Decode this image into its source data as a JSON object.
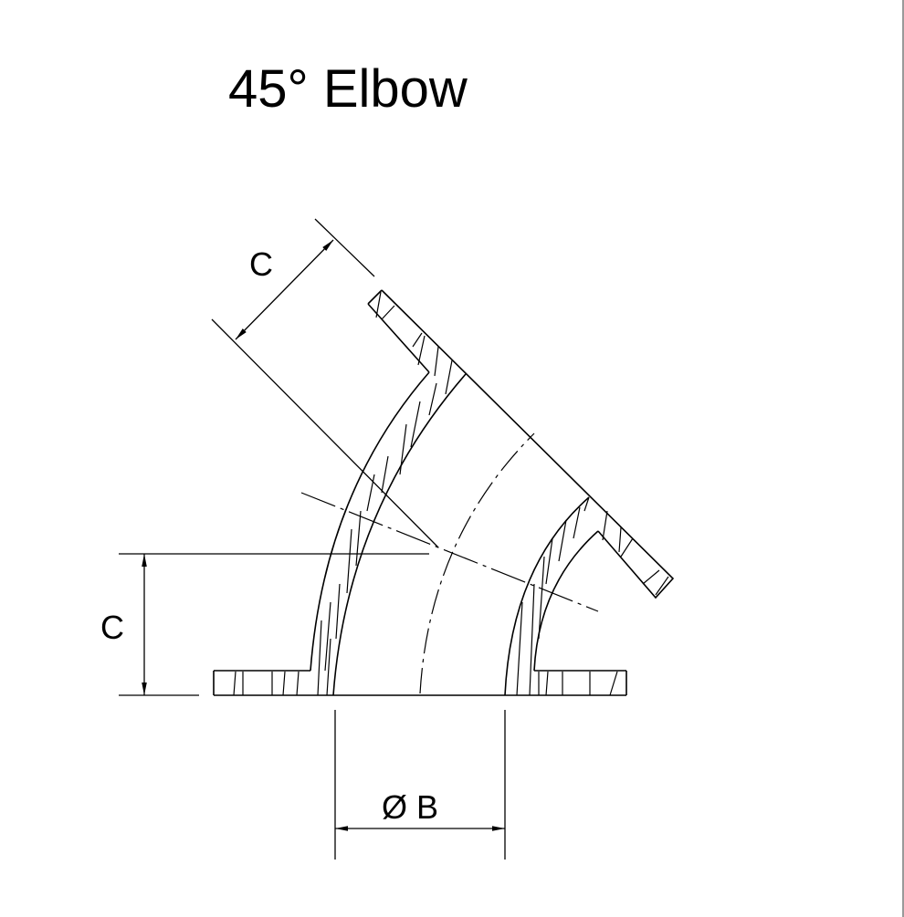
{
  "title": "45° Elbow",
  "dimensions": {
    "top_label": "C",
    "left_label": "C",
    "diameter_label": "Ø B"
  },
  "colors": {
    "line": "#000000",
    "frame_edge": "#9a9a9a"
  }
}
